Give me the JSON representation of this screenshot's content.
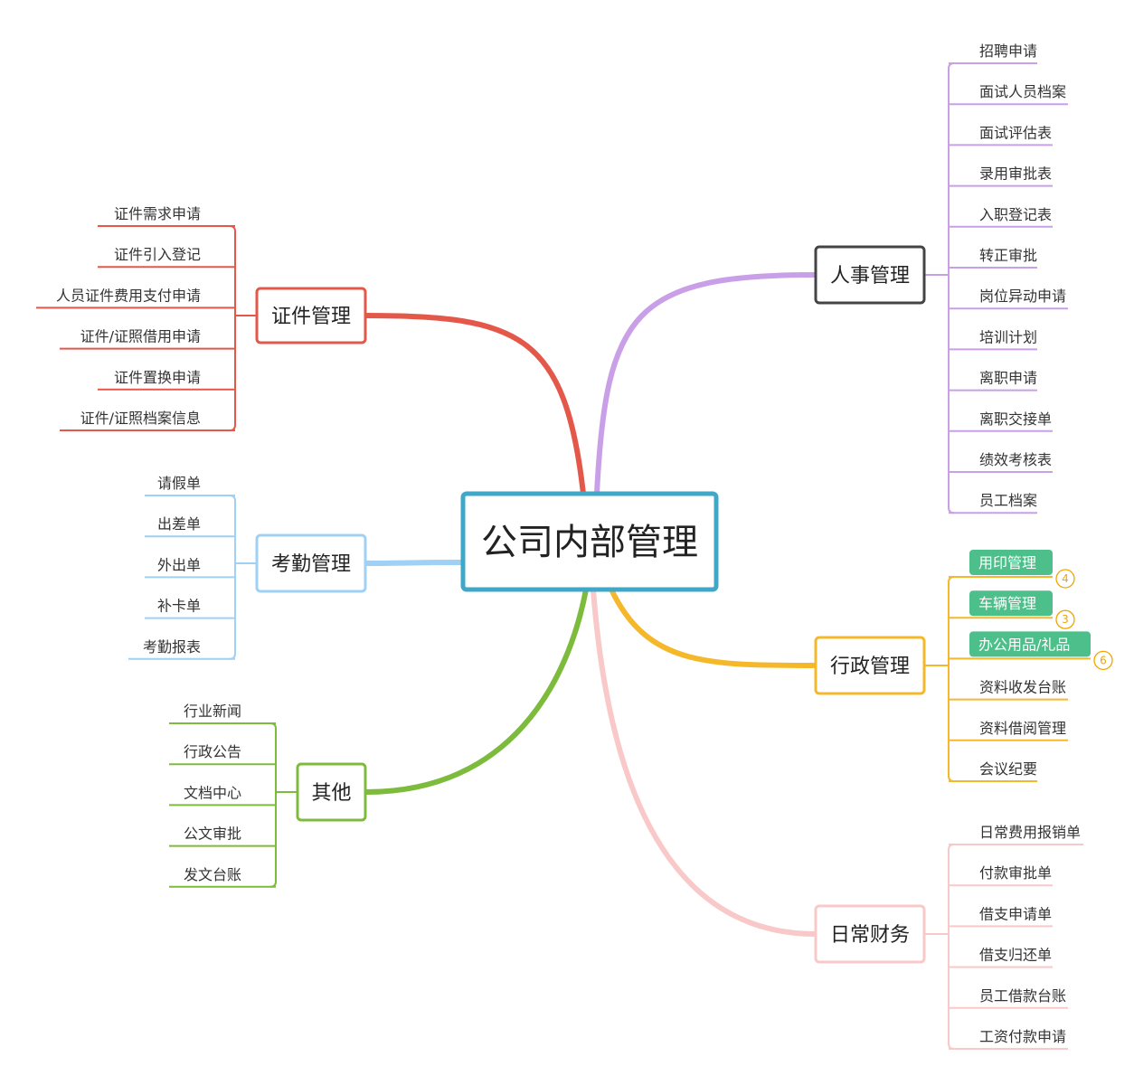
{
  "root": {
    "label": "公司内部管理",
    "color": "#3fa7c7"
  },
  "branches": [
    {
      "id": "renshi",
      "label": "人事管理",
      "color": "#c9a0e8",
      "box_color": "#444444",
      "items": [
        {
          "label": "招聘申请"
        },
        {
          "label": "面试人员档案"
        },
        {
          "label": "面试评估表"
        },
        {
          "label": "录用审批表"
        },
        {
          "label": "入职登记表"
        },
        {
          "label": "转正审批"
        },
        {
          "label": "岗位异动申请"
        },
        {
          "label": "培训计划"
        },
        {
          "label": "离职申请"
        },
        {
          "label": "离职交接单"
        },
        {
          "label": "绩效考核表"
        },
        {
          "label": "员工档案"
        }
      ]
    },
    {
      "id": "xingzheng",
      "label": "行政管理",
      "color": "#f5b82a",
      "box_color": "#f5b82a",
      "items": [
        {
          "label": "用印管理",
          "pill": true,
          "badge": "4"
        },
        {
          "label": "车辆管理",
          "pill": true,
          "badge": "3"
        },
        {
          "label": "办公用品/礼品",
          "pill": true,
          "badge": "6"
        },
        {
          "label": "资料收发台账"
        },
        {
          "label": "资料借阅管理"
        },
        {
          "label": "会议纪要"
        }
      ]
    },
    {
      "id": "caiwu",
      "label": "日常财务",
      "color": "#f9c9c9",
      "box_color": "#f9c9c9",
      "items": [
        {
          "label": "日常费用报销单"
        },
        {
          "label": "付款审批单"
        },
        {
          "label": "借支申请单"
        },
        {
          "label": "借支归还单"
        },
        {
          "label": "员工借款台账"
        },
        {
          "label": "工资付款申请"
        }
      ]
    },
    {
      "id": "zhengjian",
      "label": "证件管理",
      "color": "#e4584a",
      "box_color": "#e4584a",
      "items": [
        {
          "label": "证件需求申请"
        },
        {
          "label": "证件引入登记"
        },
        {
          "label": "人员证件费用支付申请"
        },
        {
          "label": "证件/证照借用申请"
        },
        {
          "label": "证件置换申请"
        },
        {
          "label": "证件/证照档案信息"
        }
      ]
    },
    {
      "id": "kaoqin",
      "label": "考勤管理",
      "color": "#9fd0f5",
      "box_color": "#9fd0f5",
      "items": [
        {
          "label": "请假单"
        },
        {
          "label": "出差单"
        },
        {
          "label": "外出单"
        },
        {
          "label": "补卡单"
        },
        {
          "label": "考勤报表"
        }
      ]
    },
    {
      "id": "qita",
      "label": "其他",
      "color": "#7cbb3c",
      "box_color": "#7cbb3c",
      "items": [
        {
          "label": "行业新闻"
        },
        {
          "label": "行政公告"
        },
        {
          "label": "文档中心"
        },
        {
          "label": "公文审批"
        },
        {
          "label": "发文台账"
        }
      ]
    }
  ],
  "pill_color": "#4cbf8a",
  "badge_color": "#f0a500"
}
